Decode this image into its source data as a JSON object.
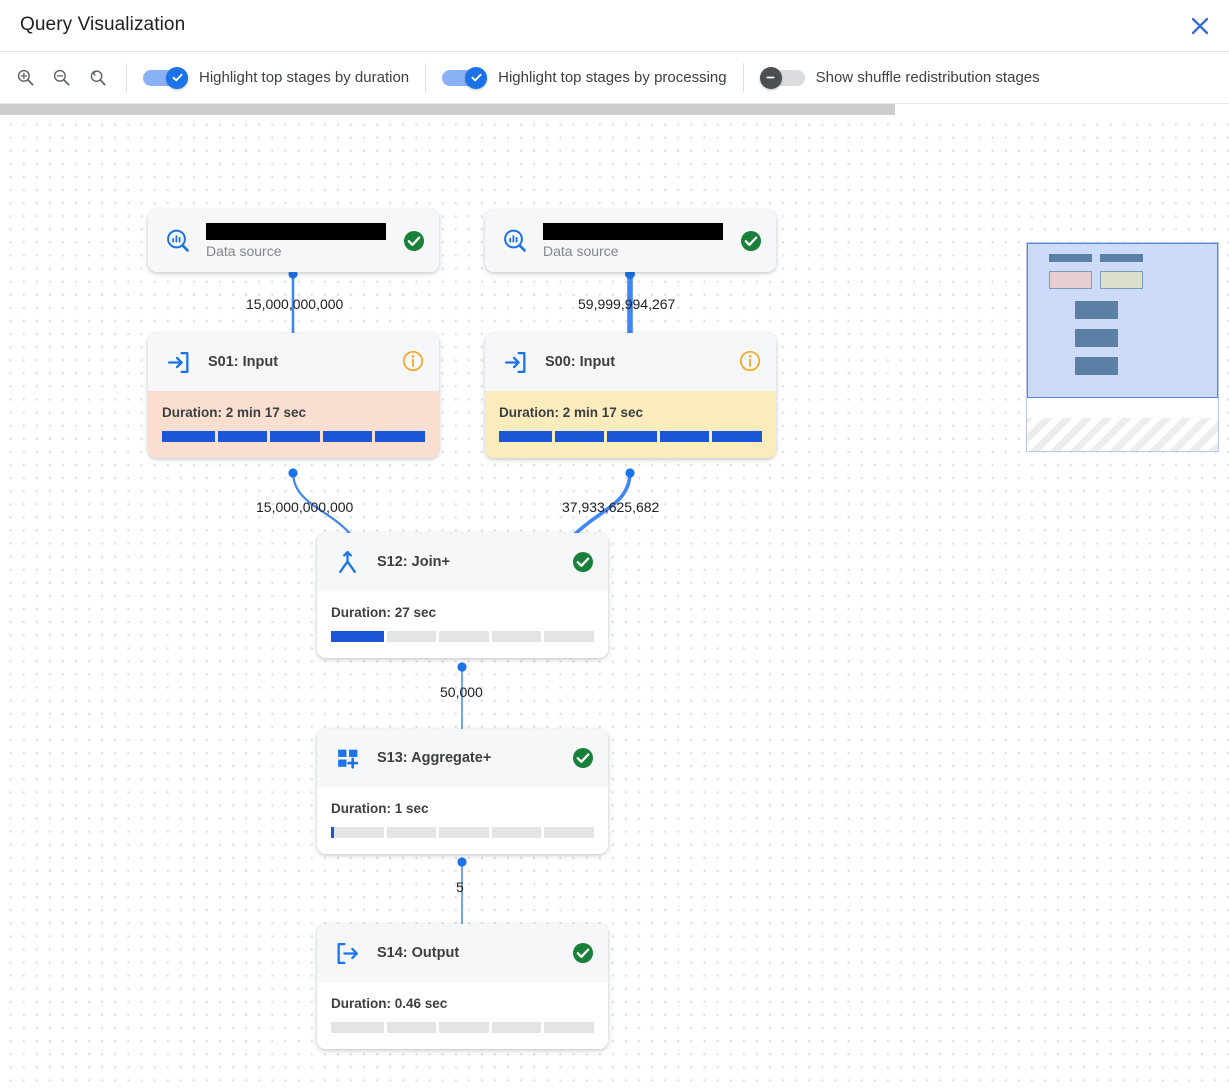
{
  "dialog": {
    "title": "Query Visualization",
    "close_icon": "close-icon"
  },
  "toolbar": {
    "zoom_in_icon": "zoom-in-icon",
    "zoom_out_icon": "zoom-out-icon",
    "zoom_reset_icon": "zoom-reset-icon",
    "toggles": [
      {
        "label": "Highlight top stages by duration",
        "state": "on"
      },
      {
        "label": "Highlight top stages by processing",
        "state": "on"
      },
      {
        "label": "Show shuffle redistribution stages",
        "state": "off"
      }
    ]
  },
  "colors": {
    "accent_blue": "#1a73e8",
    "progress_blue": "#1a56d6",
    "duration_highlight": "#fadfd0",
    "processing_highlight": "#fbecbd",
    "status_ok_green": "#188038",
    "status_info_orange": "#f5a623"
  },
  "graph": {
    "nodes": [
      {
        "id": "ds-left",
        "type": "data-source",
        "icon": "data-source-icon",
        "title_redacted": true,
        "subtitle": "Data source",
        "status": "ok"
      },
      {
        "id": "ds-right",
        "type": "data-source",
        "icon": "data-source-icon",
        "title_redacted": true,
        "subtitle": "Data source",
        "status": "ok"
      },
      {
        "id": "s01",
        "type": "stage",
        "icon": "stage-input-icon",
        "title": "S01: Input",
        "status": "info",
        "duration_label": "Duration: 2 min 17 sec",
        "progress_pct": 100,
        "highlight": "duration"
      },
      {
        "id": "s00",
        "type": "stage",
        "icon": "stage-input-icon",
        "title": "S00: Input",
        "status": "info",
        "duration_label": "Duration: 2 min 17 sec",
        "progress_pct": 100,
        "highlight": "processing"
      },
      {
        "id": "s12",
        "type": "stage",
        "icon": "stage-join-icon",
        "title": "S12: Join+",
        "status": "ok",
        "duration_label": "Duration: 27 sec",
        "progress_pct": 20,
        "highlight": "none"
      },
      {
        "id": "s13",
        "type": "stage",
        "icon": "stage-aggregate-icon",
        "title": "S13: Aggregate+",
        "status": "ok",
        "duration_label": "Duration: 1 sec",
        "progress_pct": 1,
        "highlight": "none"
      },
      {
        "id": "s14",
        "type": "stage",
        "icon": "stage-output-icon",
        "title": "S14: Output",
        "status": "ok",
        "duration_label": "Duration: 0.46 sec",
        "progress_pct": 0,
        "highlight": "none"
      }
    ],
    "edges": [
      {
        "from": "ds-left",
        "to": "s01",
        "label": "15,000,000,000"
      },
      {
        "from": "ds-right",
        "to": "s00",
        "label": "59,999,994,267"
      },
      {
        "from": "s01",
        "to": "s12",
        "label": "15,000,000,000"
      },
      {
        "from": "s00",
        "to": "s12",
        "label": "37,933,625,682"
      },
      {
        "from": "s12",
        "to": "s13",
        "label": "50,000"
      },
      {
        "from": "s13",
        "to": "s14",
        "label": "5"
      }
    ]
  },
  "minimap": {
    "name": "minimap"
  }
}
